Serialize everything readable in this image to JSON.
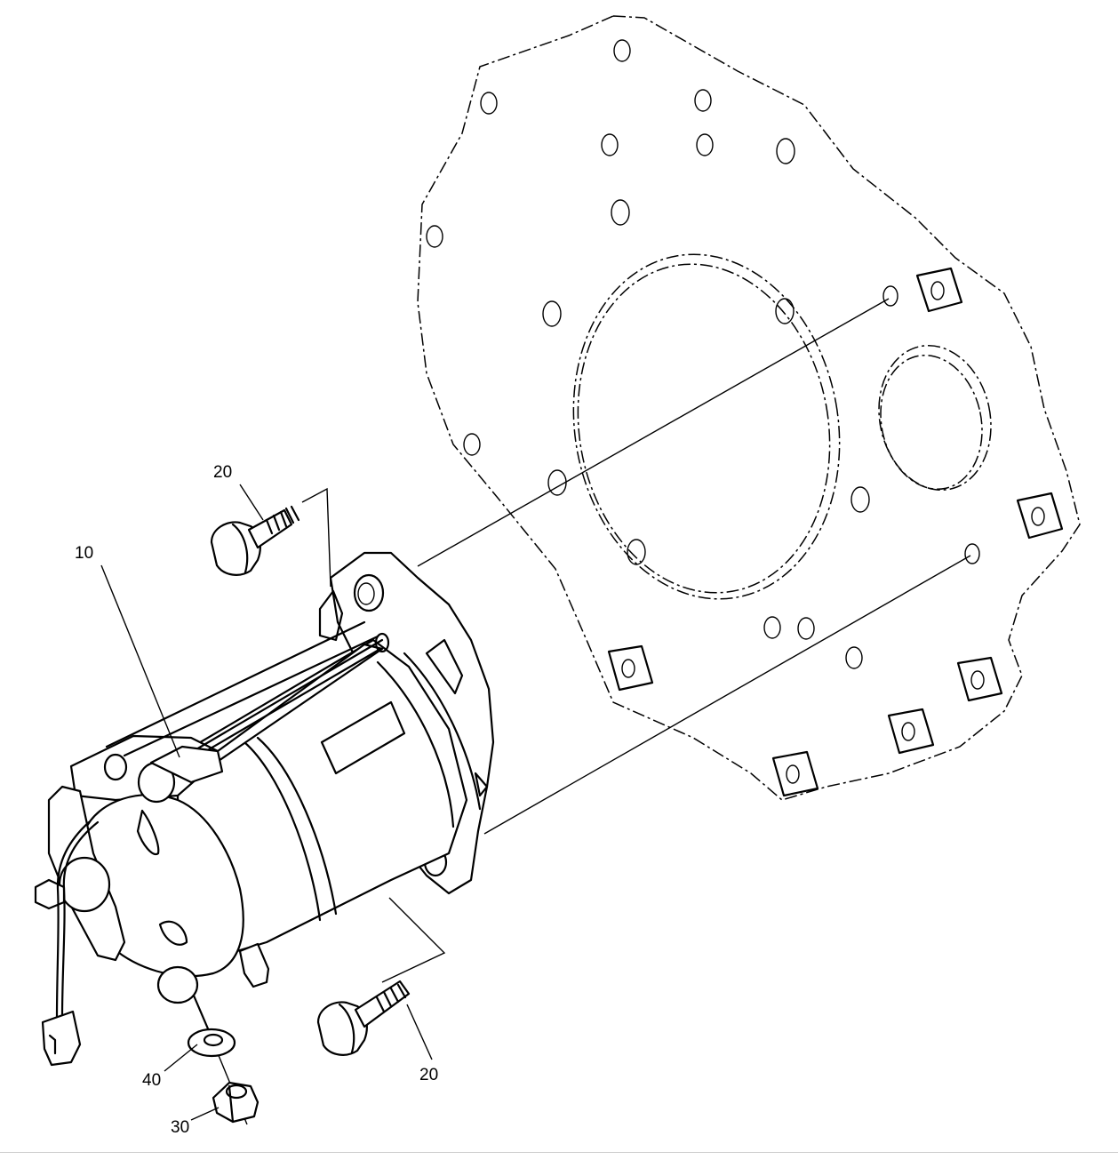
{
  "callouts": {
    "starter": "10",
    "bolt_upper": "20",
    "bolt_lower": "20",
    "nut": "30",
    "washer": "40"
  },
  "colors": {
    "line": "#000000",
    "background": "#ffffff"
  }
}
